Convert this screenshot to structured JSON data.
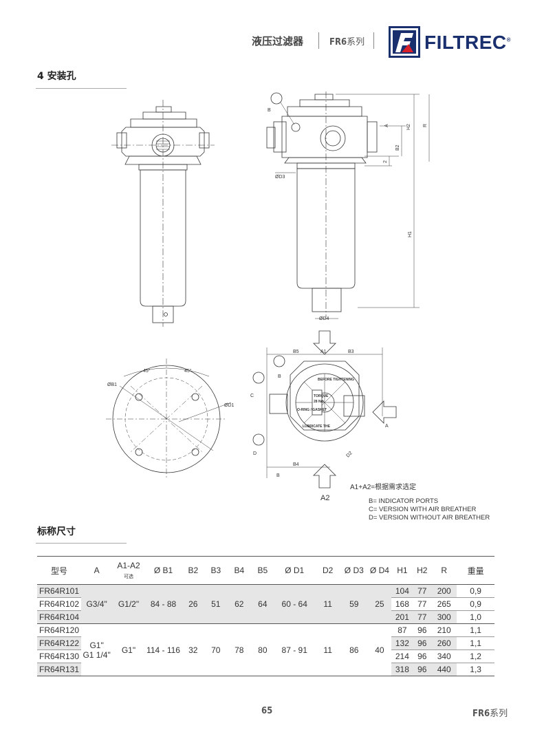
{
  "header": {
    "title": "液压过滤器",
    "series_code": "FR6",
    "series_word": "系列",
    "brand": "FILTREC",
    "brand_mark": "®"
  },
  "section1": {
    "title": "4 安装孔"
  },
  "drawing_labels": {
    "top_B": "B",
    "D3": "ØD3",
    "D4": "ØD4",
    "H1": "H1",
    "H2": "H2",
    "R": "R",
    "B2": "B2",
    "A": "A",
    "two": "2",
    "B5": "B5",
    "A1": "A1",
    "B3": "B3",
    "B_sq": "B",
    "C": "C",
    "D": "D",
    "B4": "B4",
    "D2": "D2",
    "A2": "A2",
    "angle1": "45°",
    "angle2": "45°",
    "B1": "ØB1",
    "D1": "ØD1",
    "torque1": "BEFORE TIGHTENING",
    "torque2": "TORQUE",
    "torque3": "28 Nm",
    "torque4": "LUBRICATE THE",
    "torque5": "O-RING / GASKET"
  },
  "notes": {
    "a1a2": "A1+A2=根据需求选定",
    "b": "B= INDICATOR PORTS",
    "c": "C= VERSION WITH AIR BREATHER",
    "d": "D= VERSION WITHOUT AIR BREATHER"
  },
  "section2": {
    "title": "标称尺寸"
  },
  "table": {
    "headers": {
      "model": "型号",
      "a": "A",
      "a1a2": "A1-A2",
      "a1a2_sub": "可选",
      "b1": "Ø B1",
      "b2": "B2",
      "b3": "B3",
      "b4": "B4",
      "b5": "B5",
      "d1": "Ø D1",
      "d2": "D2",
      "d3": "Ø D3",
      "d4": "Ø D4",
      "h1": "H1",
      "h2": "H2",
      "r": "R",
      "weight": "重量"
    },
    "group1": {
      "a": "G3/4\"",
      "a1a2": "G1/2\"",
      "b1": "84 - 88",
      "b2": "26",
      "b3": "51",
      "b4": "62",
      "b5": "64",
      "d1": "60 - 64",
      "d2": "11",
      "d3": "59",
      "d4": "25",
      "rows": [
        {
          "model": "FR64R101",
          "h1": "104",
          "h2": "77",
          "r": "200",
          "w": "0,9"
        },
        {
          "model": "FR64R102",
          "h1": "168",
          "h2": "77",
          "r": "265",
          "w": "0,9"
        },
        {
          "model": "FR64R104",
          "h1": "201",
          "h2": "77",
          "r": "300",
          "w": "1,0"
        }
      ]
    },
    "group2": {
      "a_line1": "G1\"",
      "a_line2": "G1 1/4\"",
      "a1a2": "G1\"",
      "b1": "114 - 116",
      "b2": "32",
      "b3": "70",
      "b4": "78",
      "b5": "80",
      "d1": "87 - 91",
      "d2": "11",
      "d3": "86",
      "d4": "40",
      "rows": [
        {
          "model": "FR64R120",
          "h1": "87",
          "h2": "96",
          "r": "210",
          "w": "1,1"
        },
        {
          "model": "FR64R122",
          "h1": "132",
          "h2": "96",
          "r": "260",
          "w": "1,1"
        },
        {
          "model": "FR64R130",
          "h1": "214",
          "h2": "96",
          "r": "340",
          "w": "1,2"
        },
        {
          "model": "FR64R131",
          "h1": "318",
          "h2": "96",
          "r": "440",
          "w": "1,3"
        }
      ]
    }
  },
  "footer": {
    "page": "65",
    "series_code": "FR6",
    "series_word": "系列"
  },
  "colors": {
    "brand_blue": "#1a2f6d",
    "brand_red": "#d8202a",
    "row_shade": "#e6e6e6"
  }
}
